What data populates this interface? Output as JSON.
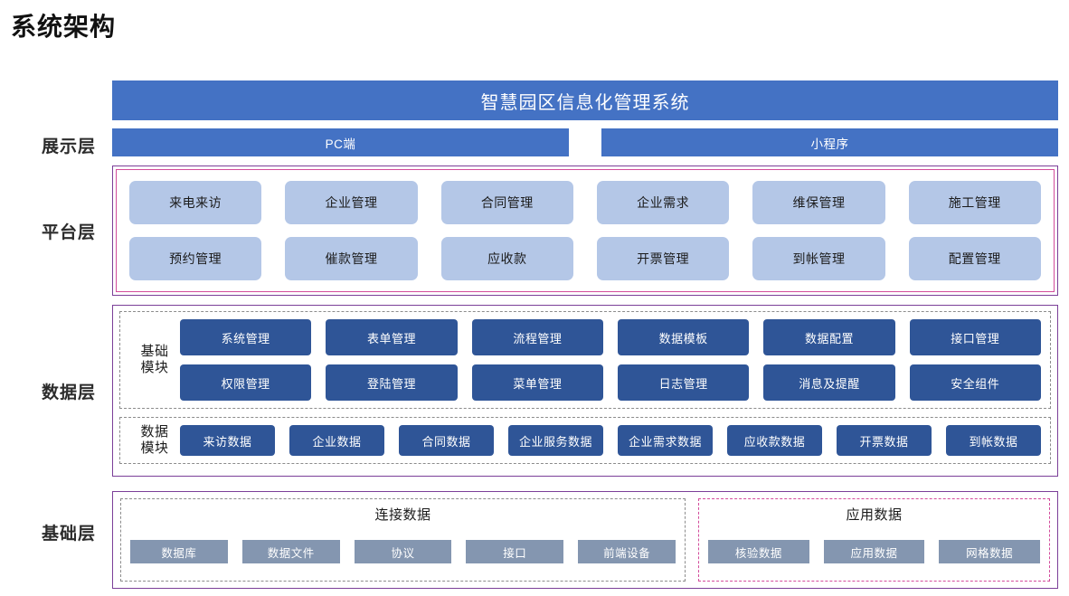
{
  "page_title": "系统架构",
  "colors": {
    "banner_blue": "#4472C4",
    "platform_card": "#B4C7E7",
    "module_card": "#2F5597",
    "base_chip": "#8496B0",
    "layer_border_purple": "#7B3F98",
    "platform_border_pink": "#D34B9B",
    "dashed_gray": "#8C8C8C"
  },
  "layer_labels": {
    "display": "展示层",
    "platform": "平台层",
    "data": "数据层",
    "base": "基础层"
  },
  "display_layer": {
    "system_title": "智慧园区信息化管理系统",
    "clients": [
      "PC端",
      "小程序"
    ]
  },
  "platform_layer": {
    "rows": [
      [
        "来电来访",
        "企业管理",
        "合同管理",
        "企业需求",
        "维保管理",
        "施工管理"
      ],
      [
        "预约管理",
        "催款管理",
        "应收款",
        "开票管理",
        "到帐管理",
        "配置管理"
      ]
    ]
  },
  "data_layer": {
    "basic_module": {
      "tag": "基础\n模块",
      "tag_line1": "基础",
      "tag_line2": "模块",
      "rows": [
        [
          "系统管理",
          "表单管理",
          "流程管理",
          "数据模板",
          "数据配置",
          "接口管理"
        ],
        [
          "权限管理",
          "登陆管理",
          "菜单管理",
          "日志管理",
          "消息及提醒",
          "安全组件"
        ]
      ]
    },
    "data_module": {
      "tag_line1": "数据",
      "tag_line2": "模块",
      "items": [
        "来访数据",
        "企业数据",
        "合同数据",
        "企业服务数据",
        "企业需求数据",
        "应收款数据",
        "开票数据",
        "到帐数据"
      ]
    }
  },
  "base_layer": {
    "groups": [
      {
        "title": "连接数据",
        "items": [
          "数据库",
          "数据文件",
          "协议",
          "接口",
          "前端设备"
        ]
      },
      {
        "title": "应用数据",
        "items": [
          "核验数据",
          "应用数据",
          "网格数据"
        ]
      }
    ]
  }
}
